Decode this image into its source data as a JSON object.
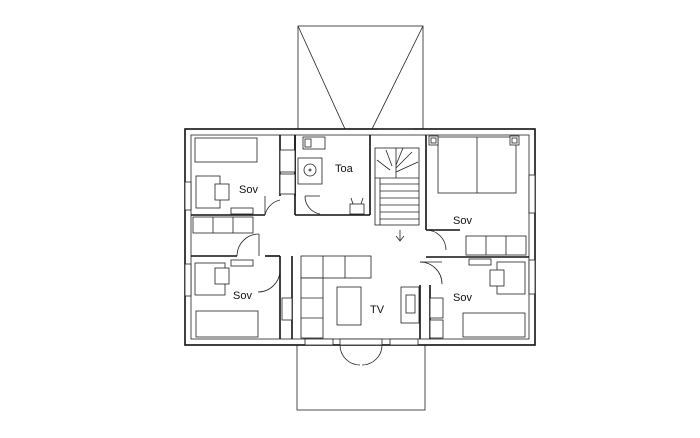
{
  "rooms": {
    "sov_nw": "Sov",
    "sov_w": "Sov",
    "sov_ne": "Sov",
    "sov_se": "Sov",
    "toa": "Toa",
    "tv": "TV"
  },
  "colors": {
    "line": "#111111",
    "background": "#ffffff"
  }
}
